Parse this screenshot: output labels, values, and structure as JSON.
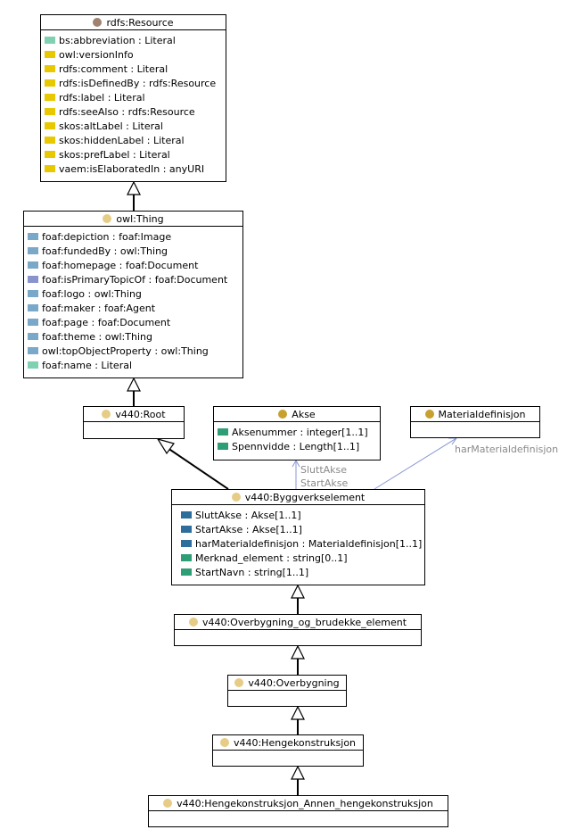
{
  "colors": {
    "dot_brown": "#a08270",
    "dot_gold": "#c8a030",
    "dot_light": "#e6cc86",
    "literal": "#e8c800",
    "abbreviation": "#7fd1b2",
    "object_property": "#7aa8c8",
    "datatype_green": "#2e9e76",
    "object_dark": "#2d6e9c",
    "association_line": "#8896d4"
  },
  "classes": {
    "resource": {
      "title": "rdfs:Resource",
      "attrs": [
        {
          "text": "bs:abbreviation : Literal",
          "kind": "mint"
        },
        {
          "text": "owl:versionInfo",
          "kind": "lit"
        },
        {
          "text": "rdfs:comment : Literal",
          "kind": "lit"
        },
        {
          "text": "rdfs:isDefinedBy : rdfs:Resource",
          "kind": "lit"
        },
        {
          "text": "rdfs:label : Literal",
          "kind": "lit"
        },
        {
          "text": "rdfs:seeAlso : rdfs:Resource",
          "kind": "lit"
        },
        {
          "text": "skos:altLabel : Literal",
          "kind": "lit"
        },
        {
          "text": "skos:hiddenLabel : Literal",
          "kind": "lit"
        },
        {
          "text": "skos:prefLabel : Literal",
          "kind": "lit"
        },
        {
          "text": "vaem:isElaboratedIn : anyURI",
          "kind": "lit"
        }
      ]
    },
    "thing": {
      "title": "owl:Thing",
      "attrs": [
        {
          "text": "foaf:depiction : foaf:Image",
          "kind": "obj"
        },
        {
          "text": "foaf:fundedBy : owl:Thing",
          "kind": "obj"
        },
        {
          "text": "foaf:homepage : foaf:Document",
          "kind": "obj"
        },
        {
          "text": "foaf:isPrimaryTopicOf : foaf:Document",
          "kind": "objd"
        },
        {
          "text": "foaf:logo : owl:Thing",
          "kind": "obj"
        },
        {
          "text": "foaf:maker : foaf:Agent",
          "kind": "obj"
        },
        {
          "text": "foaf:page : foaf:Document",
          "kind": "obj"
        },
        {
          "text": "foaf:theme : owl:Thing",
          "kind": "obj"
        },
        {
          "text": "owl:topObjectProperty : owl:Thing",
          "kind": "obj"
        },
        {
          "text": "foaf:name : Literal",
          "kind": "mint"
        }
      ]
    },
    "root": {
      "title": "v440:Root"
    },
    "akse": {
      "title": "Akse",
      "attrs": [
        {
          "text": "Aksenummer : integer[1..1]",
          "kind": "green"
        },
        {
          "text": "Spennvidde : Length[1..1]",
          "kind": "green"
        }
      ]
    },
    "materialdefinisjon": {
      "title": "Materialdefinisjon"
    },
    "byggverkselement": {
      "title": "v440:Byggverkselement",
      "attrs": [
        {
          "text": "SluttAkse : Akse[1..1]",
          "kind": "objb"
        },
        {
          "text": "StartAkse : Akse[1..1]",
          "kind": "objb"
        },
        {
          "text": "harMaterialdefinisjon : Materialdefinisjon[1..1]",
          "kind": "objb"
        },
        {
          "text": "Merknad_element : string[0..1]",
          "kind": "green"
        },
        {
          "text": "StartNavn : string[1..1]",
          "kind": "green"
        }
      ]
    },
    "overbygning_brudekke": {
      "title": "v440:Overbygning_og_brudekke_element"
    },
    "overbygning": {
      "title": "v440:Overbygning"
    },
    "hengekonstruksjon": {
      "title": "v440:Hengekonstruksjon"
    },
    "annen_hengekonstruksjon": {
      "title": "v440:Hengekonstruksjon_Annen_hengekonstruksjon"
    }
  },
  "edge_labels": {
    "slutt_akse": "SluttAkse",
    "start_akse": "StartAkse",
    "har_materialdefinisjon": "harMaterialdefinisjon"
  }
}
